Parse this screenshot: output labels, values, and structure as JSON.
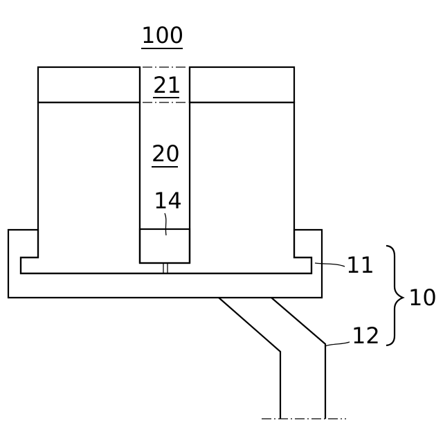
{
  "figure": {
    "labels": {
      "assembly": "100",
      "top_block": "21",
      "channel": "20",
      "insert": "14",
      "base_plate": "11",
      "group": "10",
      "leg": "12"
    },
    "underlined": [
      "100",
      "21",
      "20"
    ],
    "line_color": "#000000",
    "background": "#ffffff"
  }
}
